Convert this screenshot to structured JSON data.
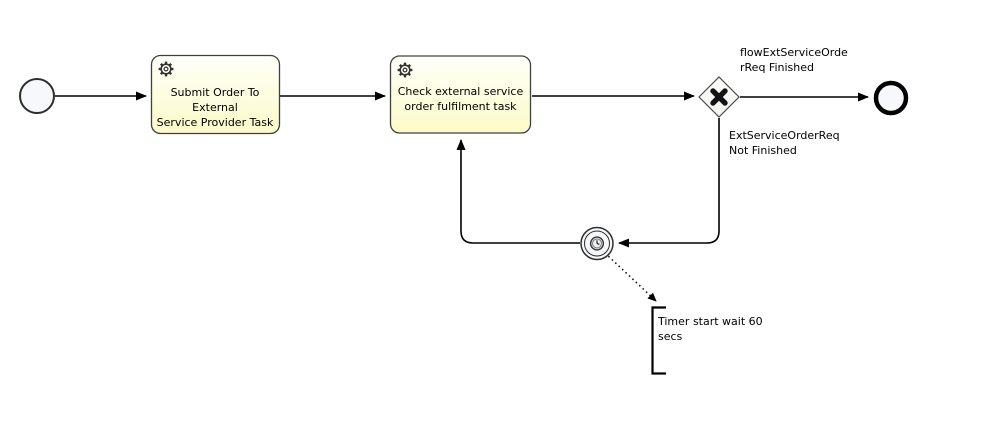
{
  "labels": {
    "task_submit": "Submit Order To External\nService Provider Task",
    "task_check": "Check external service\norder fulfilment task",
    "flow_finished": "flowExtServiceOrde\nrReq Finished",
    "flow_not_finished": "ExtServiceOrderReq\nNot Finished",
    "annotation": "Timer start wait 60\nsecs"
  },
  "colors": {
    "task_fill_top": "#fffffb",
    "task_fill_bottom": "#fbfbc8",
    "task_border": "#404040",
    "event_fill": "#f7f8fb",
    "event_border": "#2f2f2f",
    "end_event_border": "#000000",
    "gateway_fill": "#fcfcf8",
    "flow_line": "#000000"
  },
  "icons": {
    "gear": "service-task-gear",
    "clock": "timer-clock",
    "x_marker": "exclusive-gateway-x"
  }
}
